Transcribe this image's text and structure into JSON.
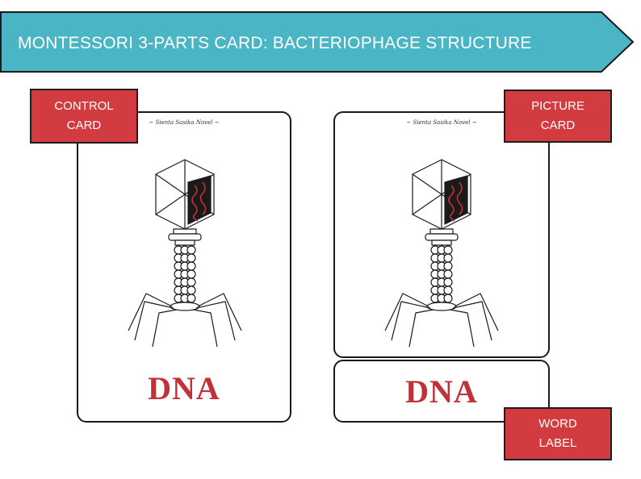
{
  "header": {
    "title": "MONTESSORI 3-PARTS CARD: BACTERIOPHAGE STRUCTURE",
    "color": "#4ab5c4"
  },
  "cards": {
    "credit": "~ Sienta Sasika Novel ~",
    "control": {
      "word": "DNA"
    },
    "picture": {},
    "label": {
      "word": "DNA"
    }
  },
  "tags": {
    "control": {
      "line1": "CONTROL",
      "line2": "CARD"
    },
    "picture": {
      "line1": "PICTURE",
      "line2": "CARD"
    },
    "word": {
      "line1": "WORD",
      "line2": "LABEL"
    },
    "color": "#d23c41"
  },
  "illustration": {
    "subject": "bacteriophage",
    "highlight_color": "#c0313a",
    "icon": "bacteriophage-icon"
  }
}
